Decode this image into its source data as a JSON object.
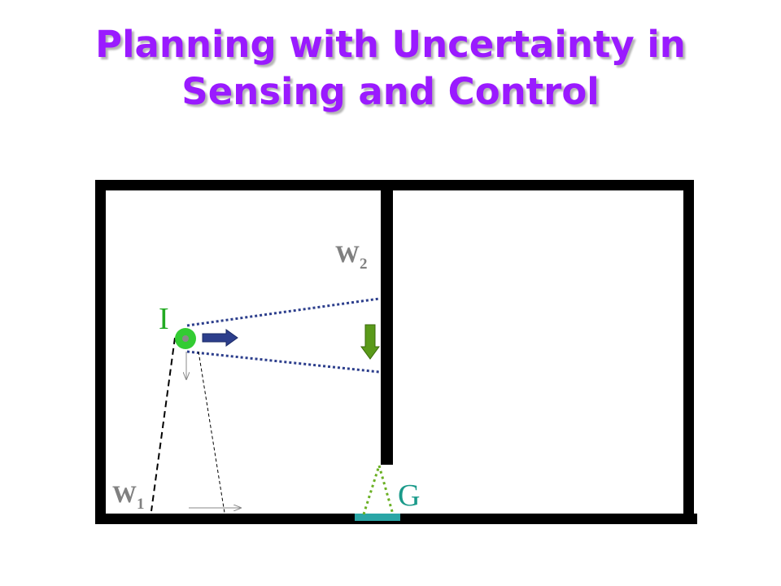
{
  "slide": {
    "title_line1": "Planning with Uncertainty in",
    "title_line2": "Sensing and Control"
  },
  "diagram": {
    "labels": {
      "initial": "I",
      "goal": "G",
      "wall1": "W",
      "wall1_sub": "1",
      "wall2": "W",
      "wall2_sub": "2"
    },
    "colors": {
      "title": "#9a1aff",
      "walls": "#000000",
      "initial_region": "#33cc33",
      "initial_label": "#22aa22",
      "goal_label": "#1a9a8a",
      "goal_region": "#2aa6a6",
      "motion_arrow": "#2c3e8c",
      "sensing_cone_right": "#2c3e8c",
      "goal_cone": "#6ab023",
      "command_arrow": "#5a9a1a",
      "wall_label": "#808080"
    }
  }
}
